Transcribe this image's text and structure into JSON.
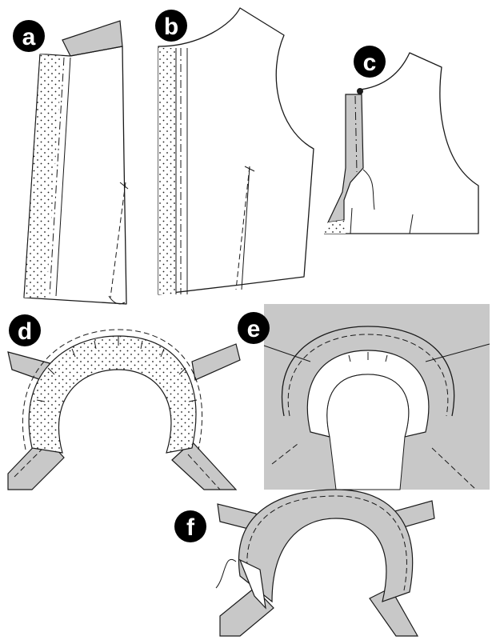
{
  "steps": [
    {
      "label": "a"
    },
    {
      "label": "b"
    },
    {
      "label": "c"
    },
    {
      "label": "d"
    },
    {
      "label": "e"
    },
    {
      "label": "f"
    }
  ],
  "colors": {
    "fabric_shade": "#c8c8c8",
    "line": "#1a1a1a",
    "badge": "#000000",
    "background": "#ffffff"
  }
}
